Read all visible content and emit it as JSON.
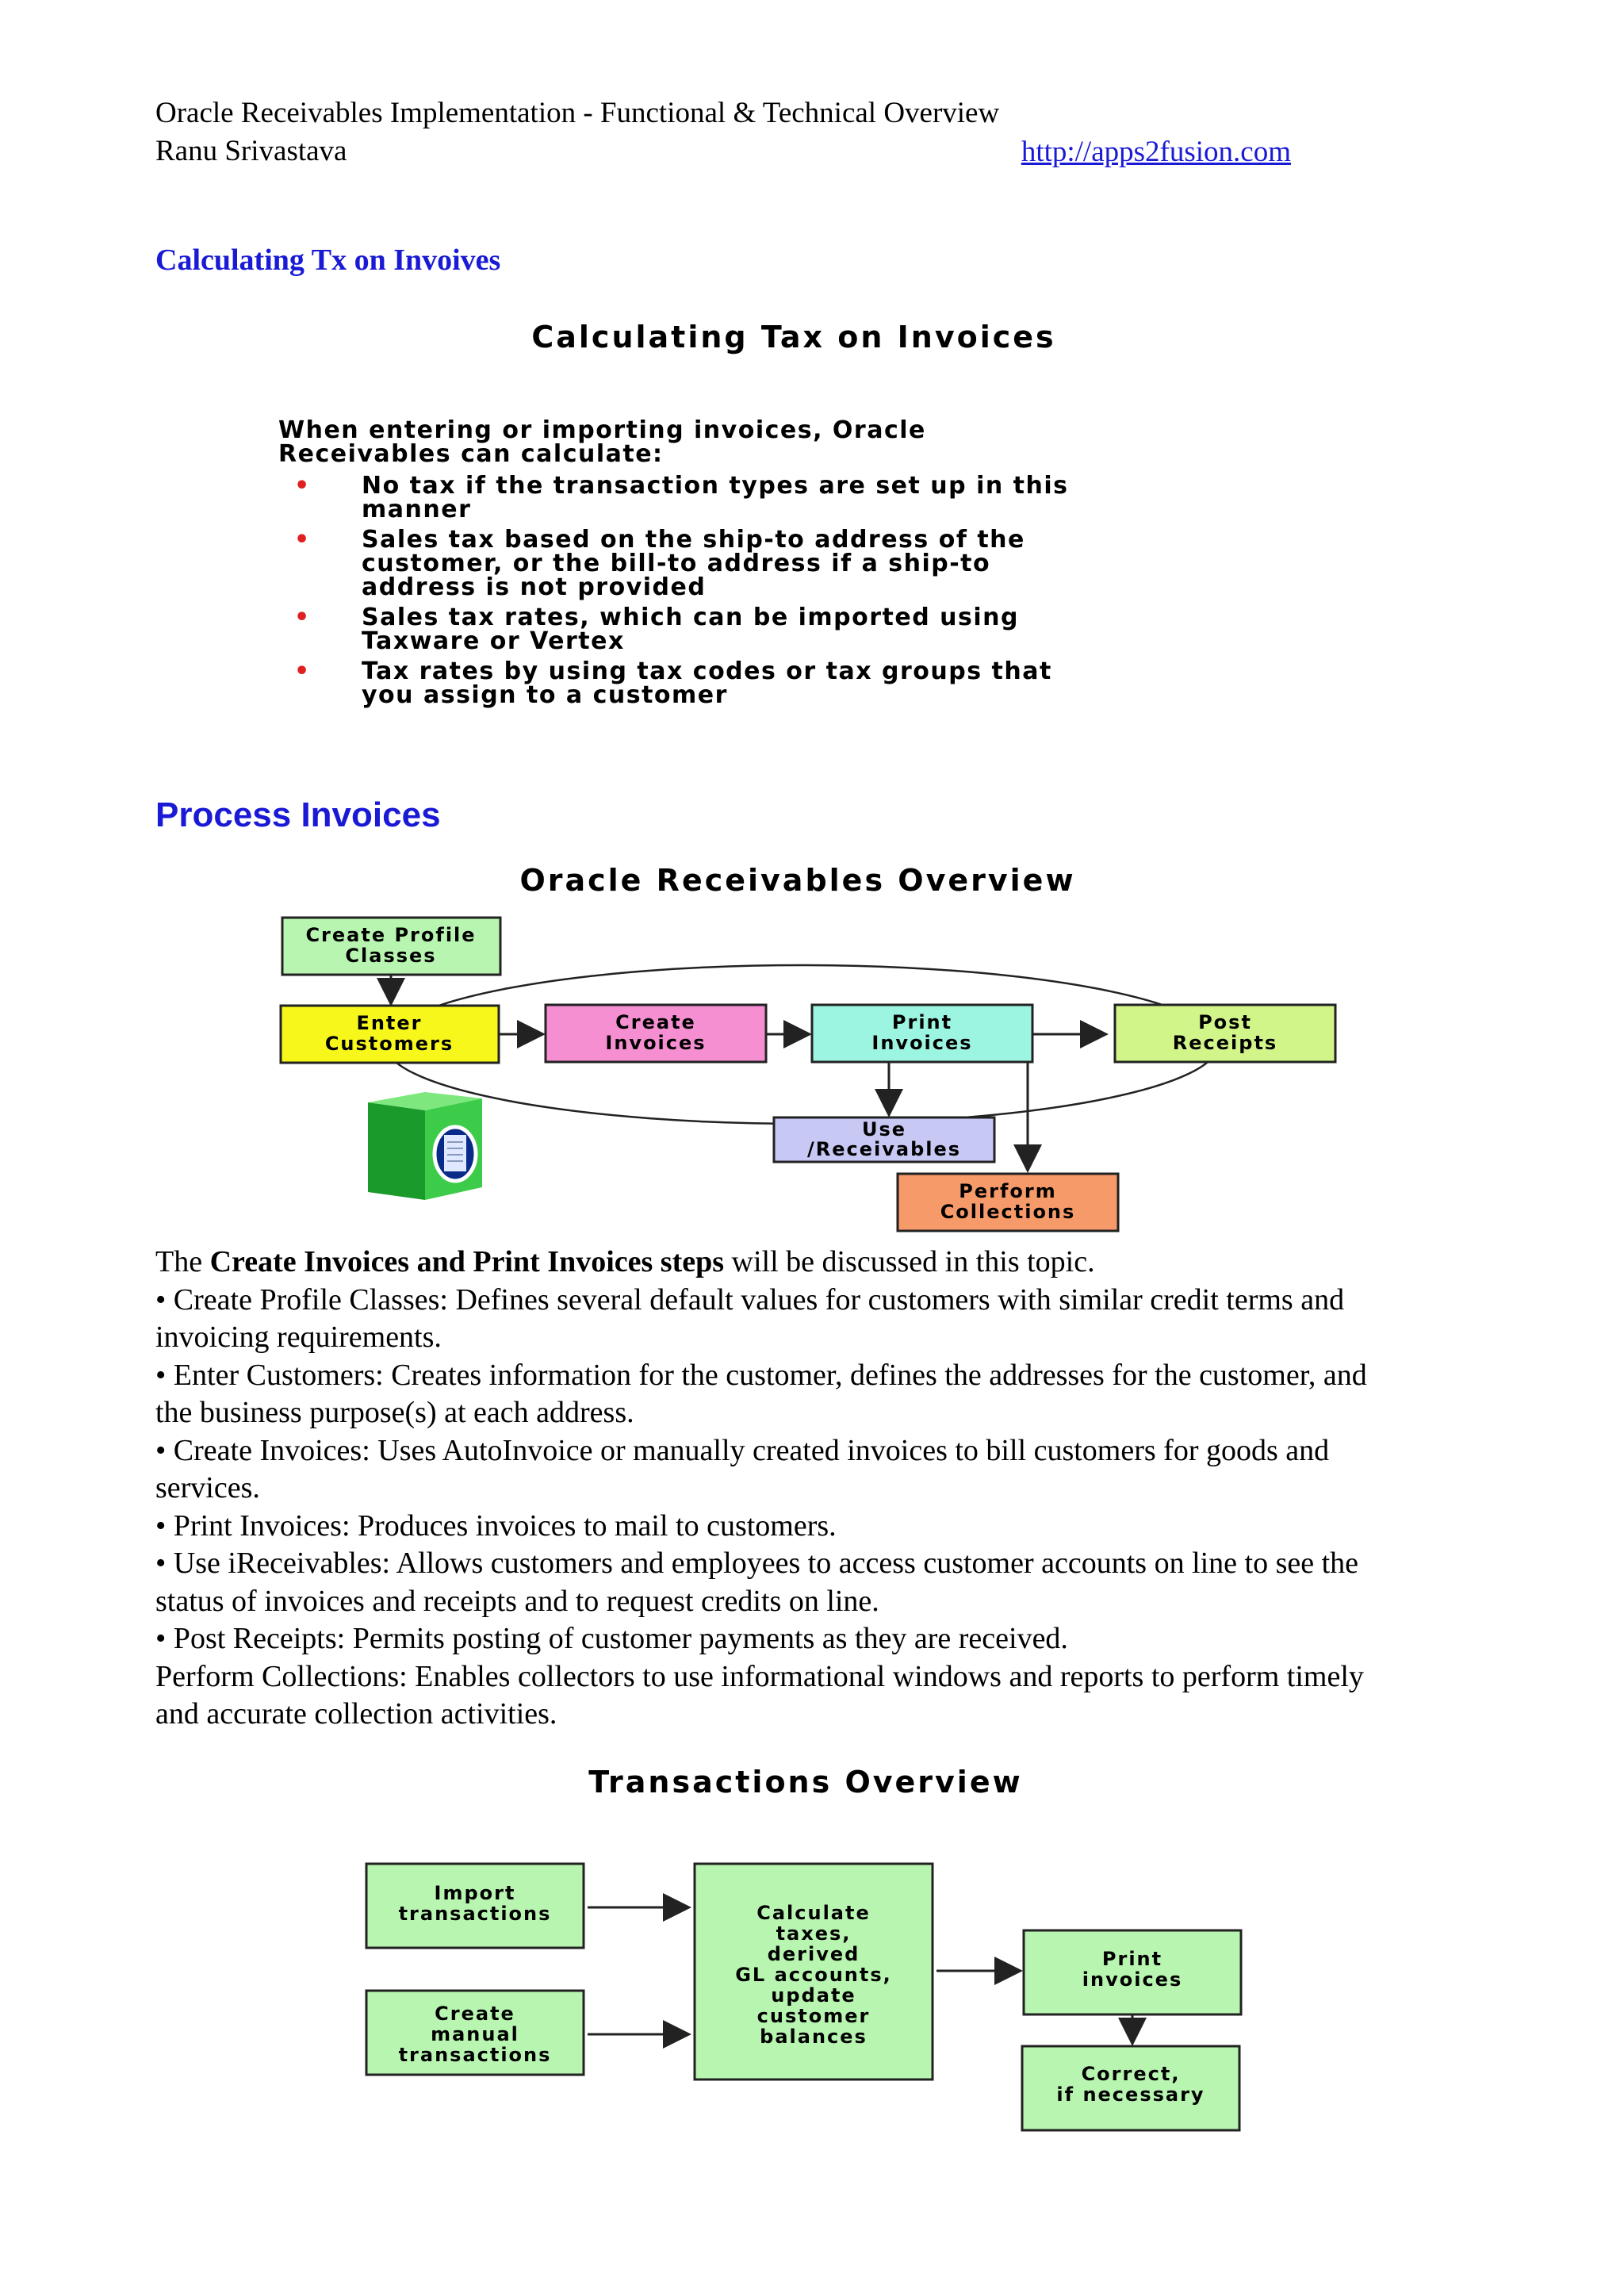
{
  "header": {
    "doc_title": "Oracle Receivables Implementation - Functional & Technical Overview",
    "author": "Ranu Srivastava",
    "link": "http://apps2fusion.com"
  },
  "section1": {
    "heading": "Calculating Tx on Invoives",
    "slide": {
      "title": "Calculating Tax on Invoices",
      "intro_line1": "When entering or importing invoices, Oracle",
      "intro_line2": "Receivables can calculate:",
      "bullets": [
        {
          "lines": [
            "No tax if the transaction types are set up in this",
            "manner"
          ]
        },
        {
          "lines": [
            "Sales tax based on the ship-to address of the",
            "customer, or the bill-to address if a ship-to",
            "address is not provided"
          ]
        },
        {
          "lines": [
            "Sales tax rates, which can be imported using",
            "Taxware or Vertex"
          ]
        },
        {
          "lines": [
            "Tax rates by using tax codes or tax groups that",
            "you assign to a customer"
          ]
        }
      ]
    }
  },
  "section2": {
    "heading": "Process Invoices",
    "diagram": {
      "title": "Oracle Receivables Overview",
      "create_profile": [
        "Create Profile",
        "Classes"
      ],
      "enter_customers": [
        "Enter",
        "Customers"
      ],
      "create_invoices": [
        "Create",
        "Invoices"
      ],
      "print_invoices": [
        "Print",
        "Invoices"
      ],
      "post_receipts": [
        "Post",
        "Receipts"
      ],
      "use_receivables": [
        "Use",
        "/Receivables"
      ],
      "perform_collections": [
        "Perform",
        "Collections"
      ]
    },
    "intro_prefix": "The ",
    "intro_bold": "Create Invoices and Print Invoices steps",
    "intro_suffix": " will be discussed in this topic.",
    "items": [
      "• Create Profile Classes: Defines several default values for customers with similar credit terms and invoicing requirements.",
      "• Enter Customers: Creates information for the customer, defines the addresses for the customer, and the business purpose(s) at each address.",
      "• Create Invoices: Uses AutoInvoice or manually created invoices to bill customers for goods and services.",
      "• Print Invoices: Produces invoices to mail to customers.",
      "• Use iReceivables: Allows customers and employees to access customer accounts on line to see the status of invoices and receipts and to request credits on line.",
      "• Post Receipts: Permits posting of customer payments as they are received.",
      "Perform Collections: Enables collectors to use informational windows and reports to perform timely and accurate collection activities."
    ]
  },
  "section3": {
    "diagram": {
      "title": "Transactions Overview",
      "import": [
        "Import",
        "transactions"
      ],
      "create_manual": [
        "Create",
        "manual",
        "transactions"
      ],
      "calculate": [
        "Calculate",
        "taxes,",
        "derived",
        "GL accounts,",
        "update",
        "customer",
        "balances"
      ],
      "print": [
        "Print",
        "invoices"
      ],
      "correct": [
        "Correct,",
        "if necessary"
      ]
    }
  },
  "colors": {
    "link_blue": "#1a1ad6",
    "box_green": "#b8f5b0",
    "box_yellow": "#f7f71c",
    "box_pink": "#f58fd2",
    "box_cyan": "#9cf5e0",
    "box_lime": "#d2f58a",
    "box_lavender": "#c8c8f5",
    "box_orange": "#f79a6a",
    "bullet_red": "#e02020"
  }
}
